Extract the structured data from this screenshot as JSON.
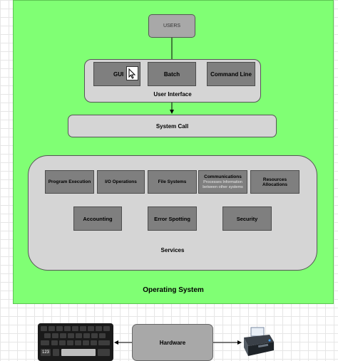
{
  "users_label": "USERS",
  "user_interface": {
    "title": "User Interface",
    "items": [
      "GUI",
      "Batch",
      "Command Line"
    ]
  },
  "system_call": "System Call",
  "services": {
    "title": "Services",
    "row1": [
      "Program Execution",
      "I/O Operations",
      "File Systems"
    ],
    "communications": {
      "title": "Communications",
      "subtitle": "Processes Information between other systems"
    },
    "resources": "Resources Allocations",
    "row2": [
      "Accounting",
      "Error Spotting",
      "Security"
    ]
  },
  "operating_system": "Operating System",
  "hardware": "Hardware",
  "keyboard": {
    "label_123": "123"
  },
  "icons": [
    "pointer-icon",
    "keyboard-icon",
    "printer-icon"
  ],
  "colors": {
    "os_background": "#80ff74",
    "box_gray": "#7f7f7f",
    "panel_gray": "#d5d5d5"
  }
}
